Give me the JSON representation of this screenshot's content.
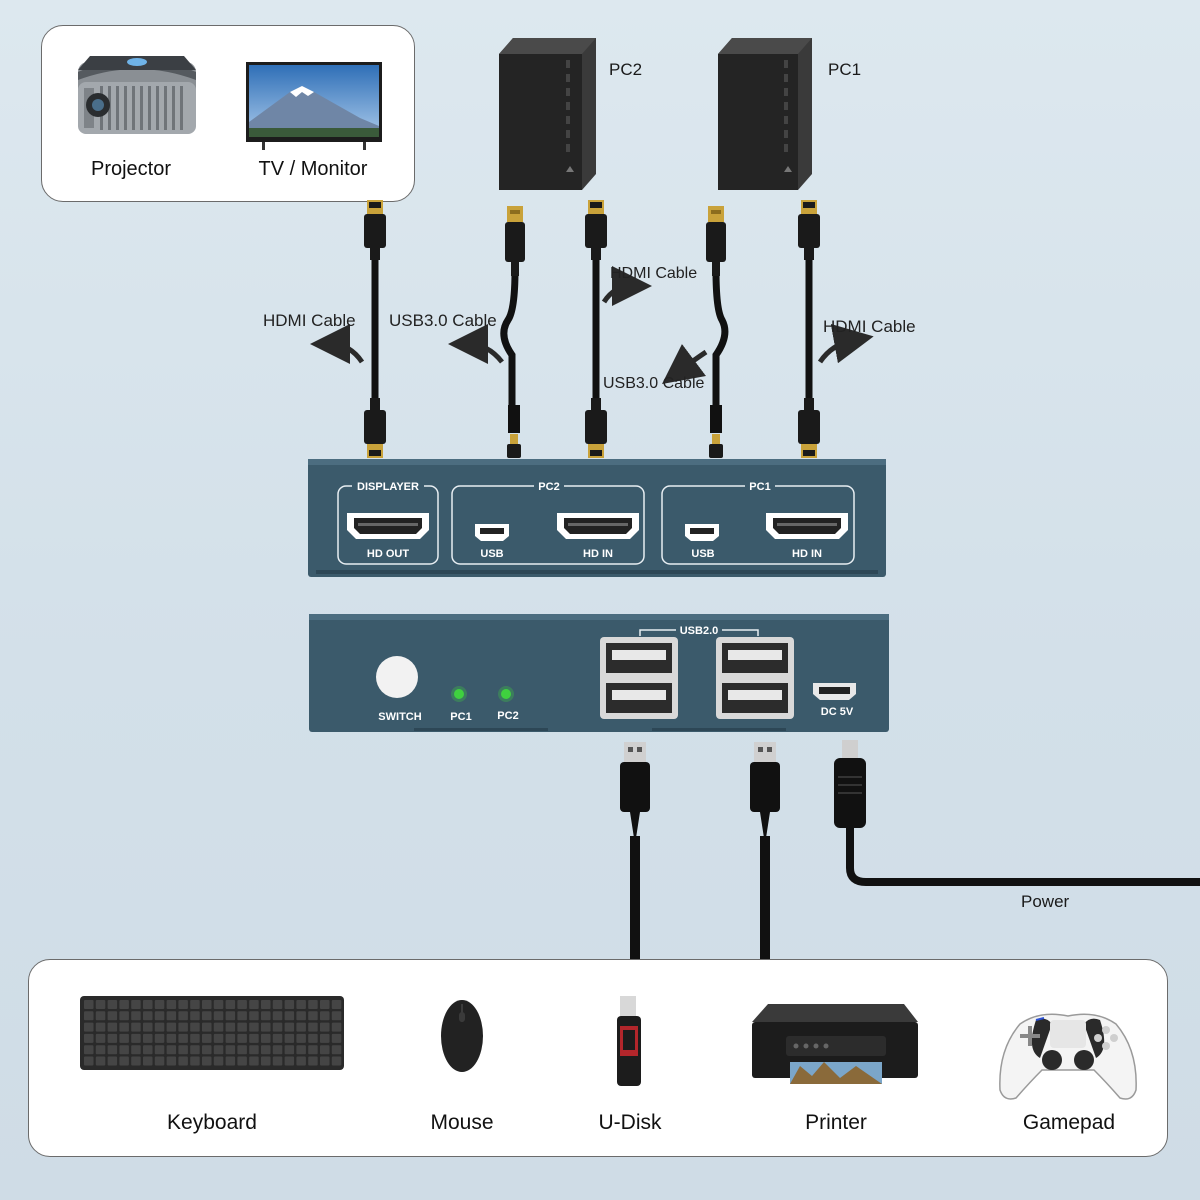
{
  "displays": {
    "projector_label": "Projector",
    "tv_label": "TV / Monitor"
  },
  "computers": {
    "pc2_label": "PC2",
    "pc1_label": "PC1"
  },
  "cables": {
    "hdmi_left": "HDMI Cable",
    "usb_left": "USB3.0 Cable",
    "hdmi_mid": "HDMI Cable",
    "usb_mid": "USB3.0 Cable",
    "hdmi_right": "HDMI Cable",
    "power": "Power"
  },
  "rear_panel": {
    "displayer_group": "DISPLAYER",
    "hd_out": "HD OUT",
    "pc2_group": "PC2",
    "pc2_usb": "USB",
    "pc2_hd_in": "HD IN",
    "pc1_group": "PC1",
    "pc1_usb": "USB",
    "pc1_hd_in": "HD IN"
  },
  "front_panel": {
    "switch_label": "SWITCH",
    "led_pc1": "PC1",
    "led_pc2": "PC2",
    "usb_group": "USB2.0",
    "dc_label": "DC 5V"
  },
  "peripherals": {
    "keyboard": "Keyboard",
    "mouse": "Mouse",
    "udisk": "U-Disk",
    "printer": "Printer",
    "gamepad": "Gamepad"
  },
  "colors": {
    "box": "#3c5a6b",
    "led": "#3fd13f",
    "background": "#d8e4ec"
  }
}
